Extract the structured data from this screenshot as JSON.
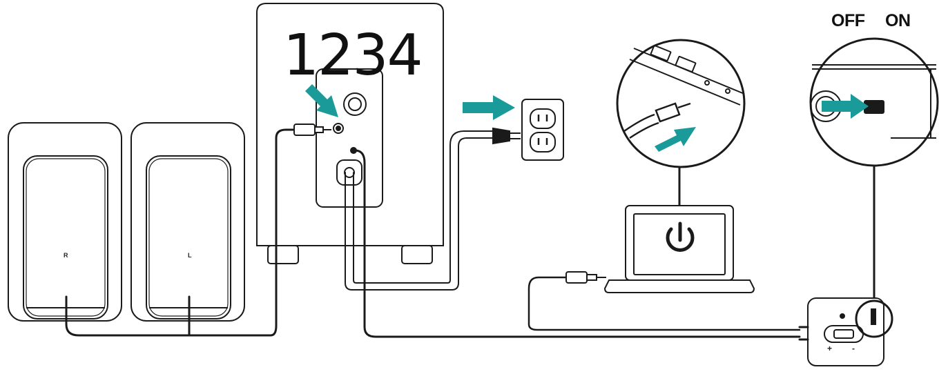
{
  "diagram": {
    "step_number": "1234",
    "switch": {
      "off": "OFF",
      "on": "ON"
    },
    "speakers": {
      "right": "R",
      "left": "L"
    },
    "control_pod": {
      "plus": "+",
      "minus": "-"
    },
    "colors": {
      "line": "#1a1a1a",
      "arrow": "#1b9a9a",
      "background": "#ffffff"
    },
    "icons": [
      "power-icon",
      "arrow-right-icon",
      "usb-port-icon",
      "audio-jack-icon",
      "power-plug-icon",
      "wall-outlet-icon"
    ]
  }
}
